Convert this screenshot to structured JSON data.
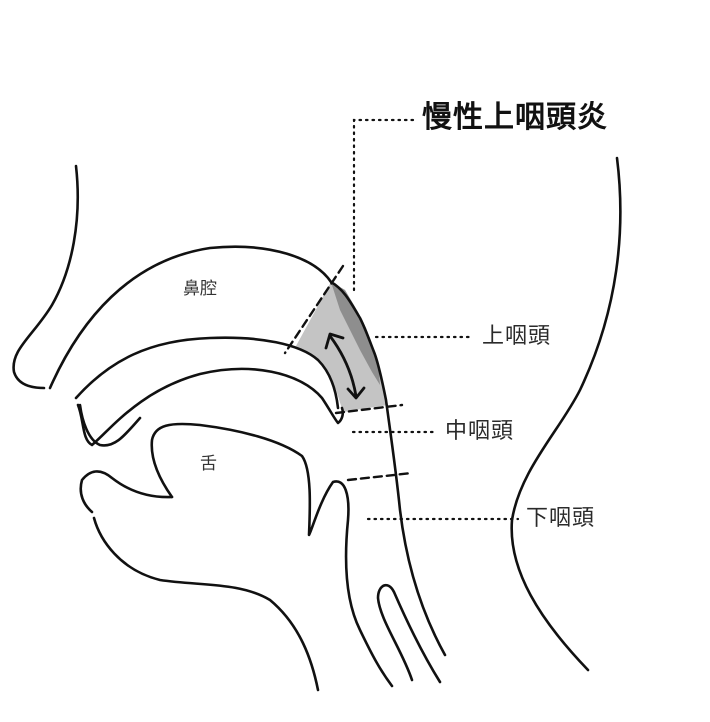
{
  "diagram": {
    "title": "慢性上咽頭炎",
    "organ_labels": {
      "nasal_cavity": "鼻腔",
      "tongue": "舌"
    },
    "region_labels": {
      "nasopharynx": "上咽頭",
      "oropharynx": "中咽頭",
      "hypopharynx": "下咽頭"
    },
    "colors": {
      "line": "#111111",
      "inflamed_region_fill": "#c4c4c4",
      "inflamed_core_fill": "#8e8e8e",
      "background": "#ffffff"
    }
  }
}
